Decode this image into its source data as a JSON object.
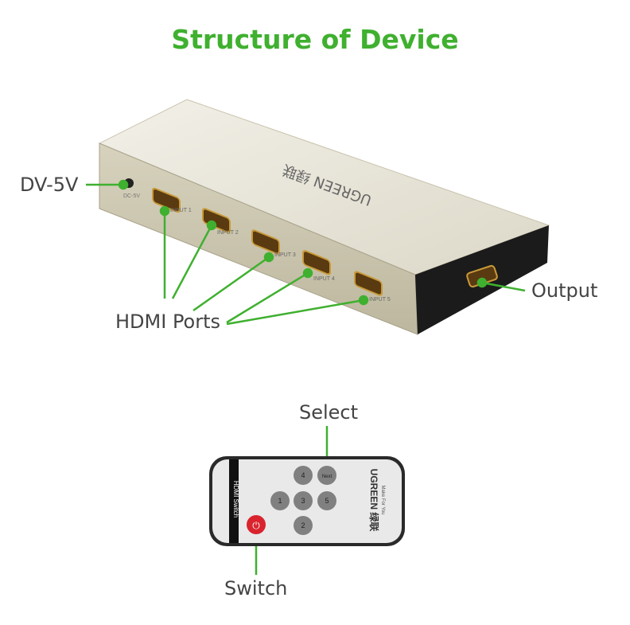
{
  "title": "Structure of Device",
  "labels": {
    "power": "DV-5V",
    "hdmi_ports": "HDMI Ports",
    "output": "Output",
    "select": "Select",
    "switch": "Switch"
  },
  "device": {
    "brand": "UGREEN 绿联",
    "power_jack": "DC-5V",
    "ports": [
      "INPUT 1",
      "INPUT 2",
      "INPUT 3",
      "INPUT 4",
      "INPUT 5"
    ]
  },
  "remote": {
    "side_label": "HDMI Switch",
    "buttons": [
      "4",
      "Next",
      "1",
      "3",
      "5",
      "2"
    ],
    "brand": "UGREEN 绿联",
    "slogan": "Make For You"
  },
  "colors": {
    "accent": "#3fb02f",
    "device_body": "#e6e2d4",
    "power_button": "#d9232d"
  }
}
